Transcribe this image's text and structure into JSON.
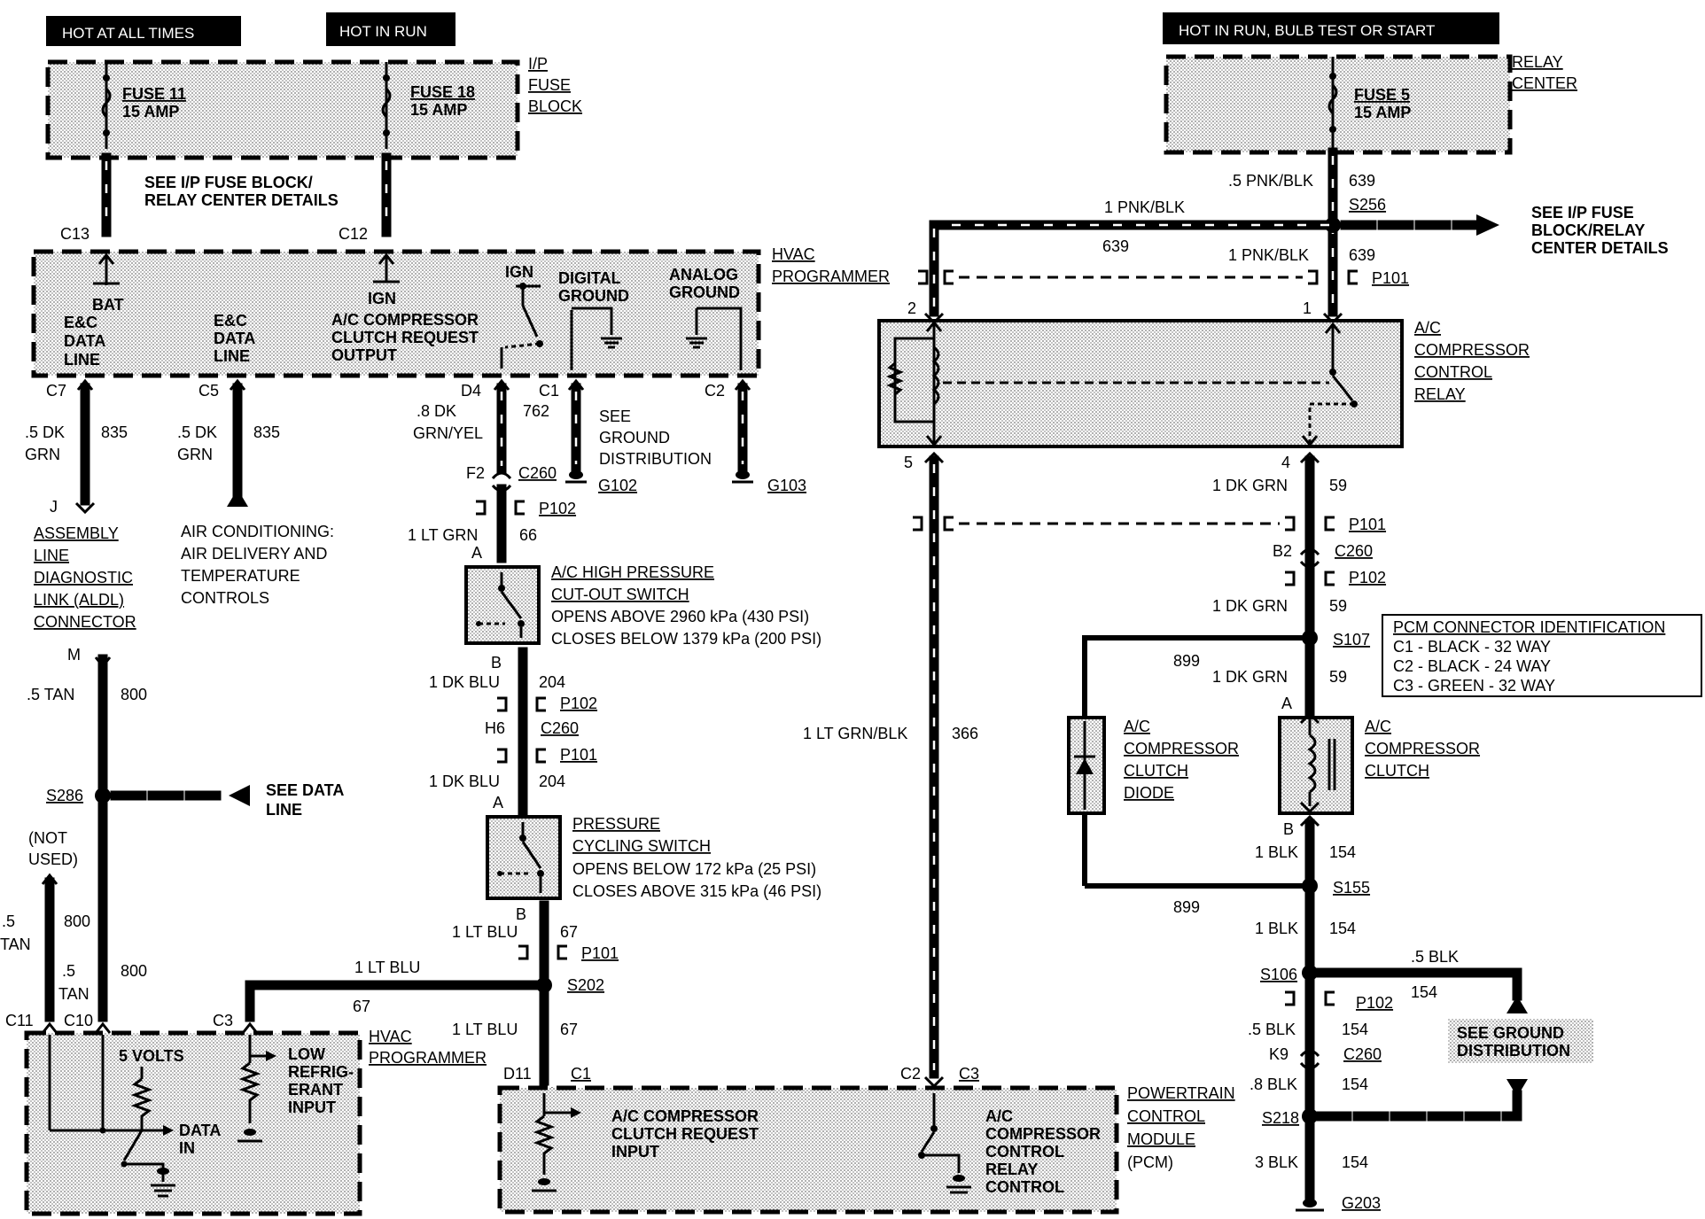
{
  "headers": {
    "hot_all_times": "HOT AT ALL TIMES",
    "hot_in_run": "HOT IN RUN",
    "hot_run_bulb": "HOT IN RUN, BULB TEST OR START"
  },
  "ip_fuse_block": {
    "label": [
      "I/P",
      "FUSE",
      "BLOCK"
    ],
    "fuse11": [
      "FUSE 11",
      "15 AMP"
    ],
    "fuse18": [
      "FUSE 18",
      "15 AMP"
    ],
    "see_details": [
      "SEE I/P FUSE BLOCK/",
      "RELAY CENTER DETAILS"
    ]
  },
  "relay_center": {
    "label": [
      "RELAY",
      "CENTER"
    ],
    "fuse5": [
      "FUSE 5",
      "15 AMP"
    ]
  },
  "hvac_programmer_top": {
    "label": [
      "HVAC",
      "PROGRAMMER"
    ],
    "bat": "BAT",
    "ign1": "IGN",
    "ign2": "IGN",
    "ec1": [
      "E&C",
      "DATA",
      "LINE"
    ],
    "ec2": [
      "E&C",
      "DATA",
      "LINE"
    ],
    "ac_req": [
      "A/C COMPRESSOR",
      "CLUTCH REQUEST",
      "OUTPUT"
    ],
    "digital": [
      "DIGITAL",
      "GROUND"
    ],
    "analog": [
      "ANALOG",
      "GROUND"
    ]
  },
  "connectors": {
    "c13": "C13",
    "c12": "C12",
    "c7": "C7",
    "c5": "C5",
    "d4": "D4",
    "c1": "C1",
    "c2": "C2",
    "f2": "F2",
    "c260a": "C260",
    "p102a": "P102",
    "a1": "A",
    "b1": "B",
    "p102b": "P102",
    "h6": "H6",
    "c260b": "C260",
    "p101a": "P101",
    "a2": "A",
    "b2": "B",
    "p101b": "P101",
    "s202": "S202",
    "c11": "C11",
    "c10": "C10",
    "c3": "C3",
    "d11": "D11",
    "c1b": "C1",
    "c2b": "C2",
    "c3b": "C3",
    "j": "J",
    "m": "M",
    "s286": "S286",
    "g102": "G102",
    "g103": "G103",
    "s256": "S256",
    "p101c": "P101",
    "pin2": "2",
    "pin1": "1",
    "pin5": "5",
    "pin4": "4",
    "p101d": "P101",
    "b2r": "B2",
    "c260c": "C260",
    "p102c": "P102",
    "s107": "S107",
    "a3": "A",
    "b3": "B",
    "s155": "S155",
    "s106": "S106",
    "p102d": "P102",
    "k9": "K9",
    "c260d": "C260",
    "s218": "S218",
    "g203": "G203"
  },
  "wires": {
    "w835a": [
      ".5 DK",
      "GRN",
      "835"
    ],
    "w835b": [
      ".5 DK",
      "GRN",
      "835"
    ],
    "w762": [
      ".8 DK",
      "GRN/YEL",
      "762"
    ],
    "w66": [
      "1 LT GRN",
      "66"
    ],
    "w204a": [
      "1 DK BLU",
      "204"
    ],
    "w204b": [
      "1 DK BLU",
      "204"
    ],
    "w67a": [
      "1 LT BLU",
      "67"
    ],
    "w67b": [
      "1 LT BLU",
      "67"
    ],
    "w67c": [
      "1 LT BLU",
      "67"
    ],
    "w800a": [
      ".5 TAN",
      "800"
    ],
    "w800b": [
      ".5",
      "TAN",
      "800"
    ],
    "w800c": [
      ".5",
      "TAN",
      "800"
    ],
    "not_used": [
      "(NOT",
      "USED)"
    ],
    "w639a": [
      ".5 PNK/BLK",
      "639"
    ],
    "w639b": [
      "1 PNK/BLK",
      "639"
    ],
    "w639c": [
      "1 PNK/BLK",
      "639"
    ],
    "w366": [
      "1 LT GRN/BLK",
      "366"
    ],
    "w59a": [
      "1 DK GRN",
      "59"
    ],
    "w59b": [
      "1 DK GRN",
      "59"
    ],
    "w59c": [
      "1 DK GRN",
      "59"
    ],
    "w899a": "899",
    "w899b": "899",
    "w154a": [
      "1 BLK",
      "154"
    ],
    "w154b": [
      "1 BLK",
      "154"
    ],
    "w154c": [
      ".5 BLK",
      "154"
    ],
    "w154d": [
      ".5 BLK",
      "154"
    ],
    "w154e": [
      ".8 BLK",
      "154"
    ],
    "w154f": [
      "3 BLK",
      "154"
    ]
  },
  "refs": {
    "aldl": [
      "ASSEMBLY",
      "LINE",
      "DIAGNOSTIC",
      "LINK (ALDL)",
      "CONNECTOR"
    ],
    "air_cond": [
      "AIR CONDITIONING:",
      "AIR DELIVERY AND",
      "TEMPERATURE",
      "CONTROLS"
    ],
    "see_ground": [
      "SEE",
      "GROUND",
      "DISTRIBUTION"
    ],
    "see_data": [
      "SEE DATA",
      "LINE"
    ],
    "see_ip_relay": [
      "SEE I/P FUSE",
      "BLOCK/RELAY",
      "CENTER DETAILS"
    ],
    "see_ground2": [
      "SEE GROUND",
      "DISTRIBUTION"
    ]
  },
  "components": {
    "hp_switch": [
      "A/C HIGH PRESSURE",
      "CUT-OUT SWITCH",
      "OPENS ABOVE 2960 kPa (430 PSI)",
      "CLOSES BELOW 1379 kPa (200 PSI)"
    ],
    "cyc_switch": [
      "PRESSURE",
      "CYCLING SWITCH",
      "OPENS BELOW 172 kPa (25 PSI)",
      "CLOSES ABOVE 315 kPa (46 PSI)"
    ],
    "relay": [
      "A/C",
      "COMPRESSOR",
      "CONTROL",
      "RELAY"
    ],
    "diode": [
      "A/C",
      "COMPRESSOR",
      "CLUTCH",
      "DIODE"
    ],
    "clutch": [
      "A/C",
      "COMPRESSOR",
      "CLUTCH"
    ],
    "pcm_id": [
      "PCM CONNECTOR IDENTIFICATION",
      "C1 - BLACK - 32 WAY",
      "C2 - BLACK - 24 WAY",
      "C3 - GREEN - 32 WAY"
    ]
  },
  "hvac_bottom": {
    "label": [
      "HVAC",
      "PROGRAMMER"
    ],
    "five_volts": "5 VOLTS",
    "data_in": [
      "DATA",
      "IN"
    ],
    "low_ref": [
      "LOW",
      "REFRIG-",
      "ERANT",
      "INPUT"
    ]
  },
  "pcm": {
    "label": [
      "POWERTRAIN",
      "CONTROL",
      "MODULE",
      "(PCM)"
    ],
    "req": [
      "A/C COMPRESSOR",
      "CLUTCH REQUEST",
      "INPUT"
    ],
    "relay_ctl": [
      "A/C",
      "COMPRESSOR",
      "CONTROL",
      "RELAY",
      "CONTROL"
    ]
  }
}
